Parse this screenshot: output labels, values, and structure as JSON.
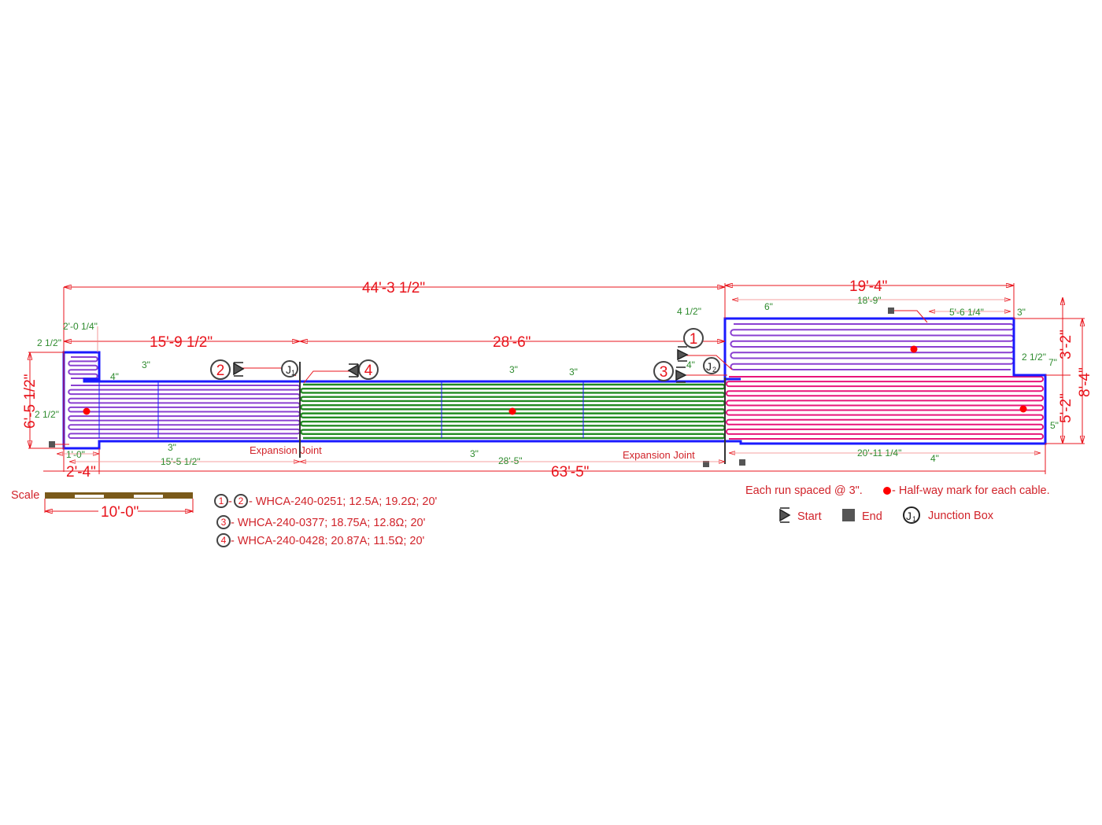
{
  "colors": {
    "outline": "#1a1aff",
    "dimension": "#e8141c",
    "sub_dimension": "#2e8b2e",
    "cable_1_2": "#8a3fd1",
    "cable_4": "#228b22",
    "cable_3": "#e8157a",
    "halfway": "#ff0000",
    "end": "#555555",
    "scale_bar": "#7a5a1a"
  },
  "dimensions": {
    "overall_top": "44'-3 1/2\"",
    "right_top": "19'-4\"",
    "left_section": "15'-9 1/2\"",
    "middle_section": "28'-6\"",
    "left_height": "6'-5 1/2\"",
    "left_bottom": "2'-4\"",
    "overall_bottom": "63'-5\"",
    "right_upper_height": "3'-2\"",
    "right_lower_height": "5'-2\"",
    "right_total_height": "8'-4\""
  },
  "sub_dimensions": {
    "left_tab_width": "2'-0 1/4\"",
    "left_edge_top": "2 1/2\"",
    "left_edge_mid": "2 1/2\"",
    "notch": "4\"",
    "spacing_left_top": "3\"",
    "spacing_left_bottom": "3\"",
    "left_bottom_small": "1'-0\"",
    "left_run_length": "15'-5 1/2\"",
    "spacing_mid_1": "3\"",
    "spacing_mid_2": "3\"",
    "spacing_mid_bottom": "3\"",
    "mid_run_length": "28'-5\"",
    "right_left_edge": "4 1/2\"",
    "right_top_inset": "6\"",
    "right_top_run": "18'-9\"",
    "right_notch_length": "5'-6 1/4\"",
    "right_top_corner": "3\"",
    "right_step": "2 1/2\"",
    "right_step_2": "7\"",
    "j2_offset": "4\"",
    "right_edge": "5\"",
    "right_bottom_run": "20'-11 1/4\"",
    "right_bottom_spacing": "4\""
  },
  "labels": {
    "expansion_joint_1": "Expansion Joint",
    "expansion_joint_2": "Expansion Joint"
  },
  "markers": {
    "c1": "1",
    "c2": "2",
    "c3": "3",
    "c4": "4",
    "j1": "J",
    "j1_sub": "1",
    "j2": "J",
    "j2_sub": "2"
  },
  "scale": {
    "label": "Scale",
    "length": "10'-0\""
  },
  "cables": [
    {
      "ids": [
        "1",
        "2"
      ],
      "sep": "-",
      "text": " - WHCA-240-0251; 12.5A; 19.2Ω; 20'"
    },
    {
      "ids": [
        "3"
      ],
      "text": " - WHCA-240-0377; 18.75A; 12.8Ω; 20'"
    },
    {
      "ids": [
        "4"
      ],
      "text": " - WHCA-240-0428; 20.87A; 11.5Ω; 20'"
    }
  ],
  "legend": {
    "spacing_note": "Each run spaced @ 3\".",
    "halfway_note": "- Half-way mark for each cable.",
    "start": "Start",
    "end": "End",
    "junction": "Junction Box",
    "junction_glyph": "J",
    "junction_sub": "1"
  }
}
